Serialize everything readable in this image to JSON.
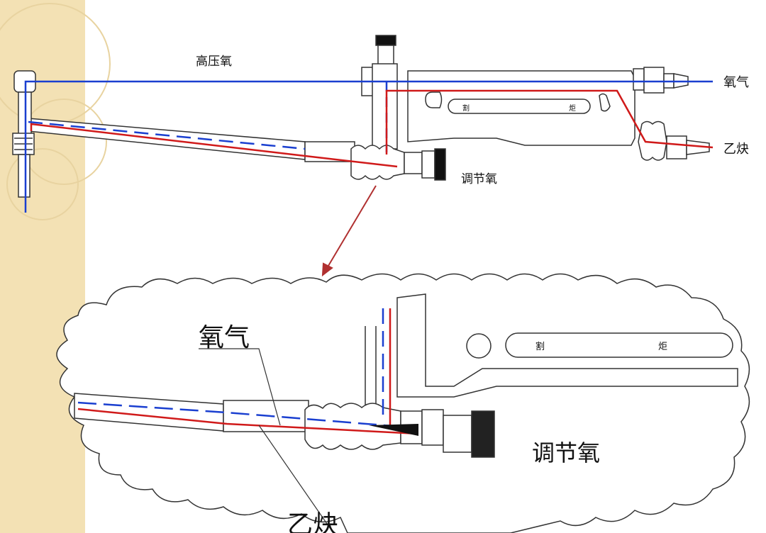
{
  "labels": {
    "high_pressure_oxygen": "高压氧",
    "oxygen": "氧气",
    "acetylene": "乙炔",
    "adjust_oxygen": "调节氧",
    "torch_char_left": "割",
    "torch_char_right": "炬",
    "zoom_oxygen": "氧气",
    "zoom_acetylene": "乙炔",
    "zoom_adjust_oxygen": "调节氧",
    "zoom_torch_char_left": "割",
    "zoom_torch_char_right": "炬"
  },
  "colors": {
    "oxygen_line": "#1a3fd0",
    "acetylene_line": "#d01a1a",
    "outline": "#333333",
    "arrow": "#b03030",
    "side_panel": "#f3e1b4"
  }
}
